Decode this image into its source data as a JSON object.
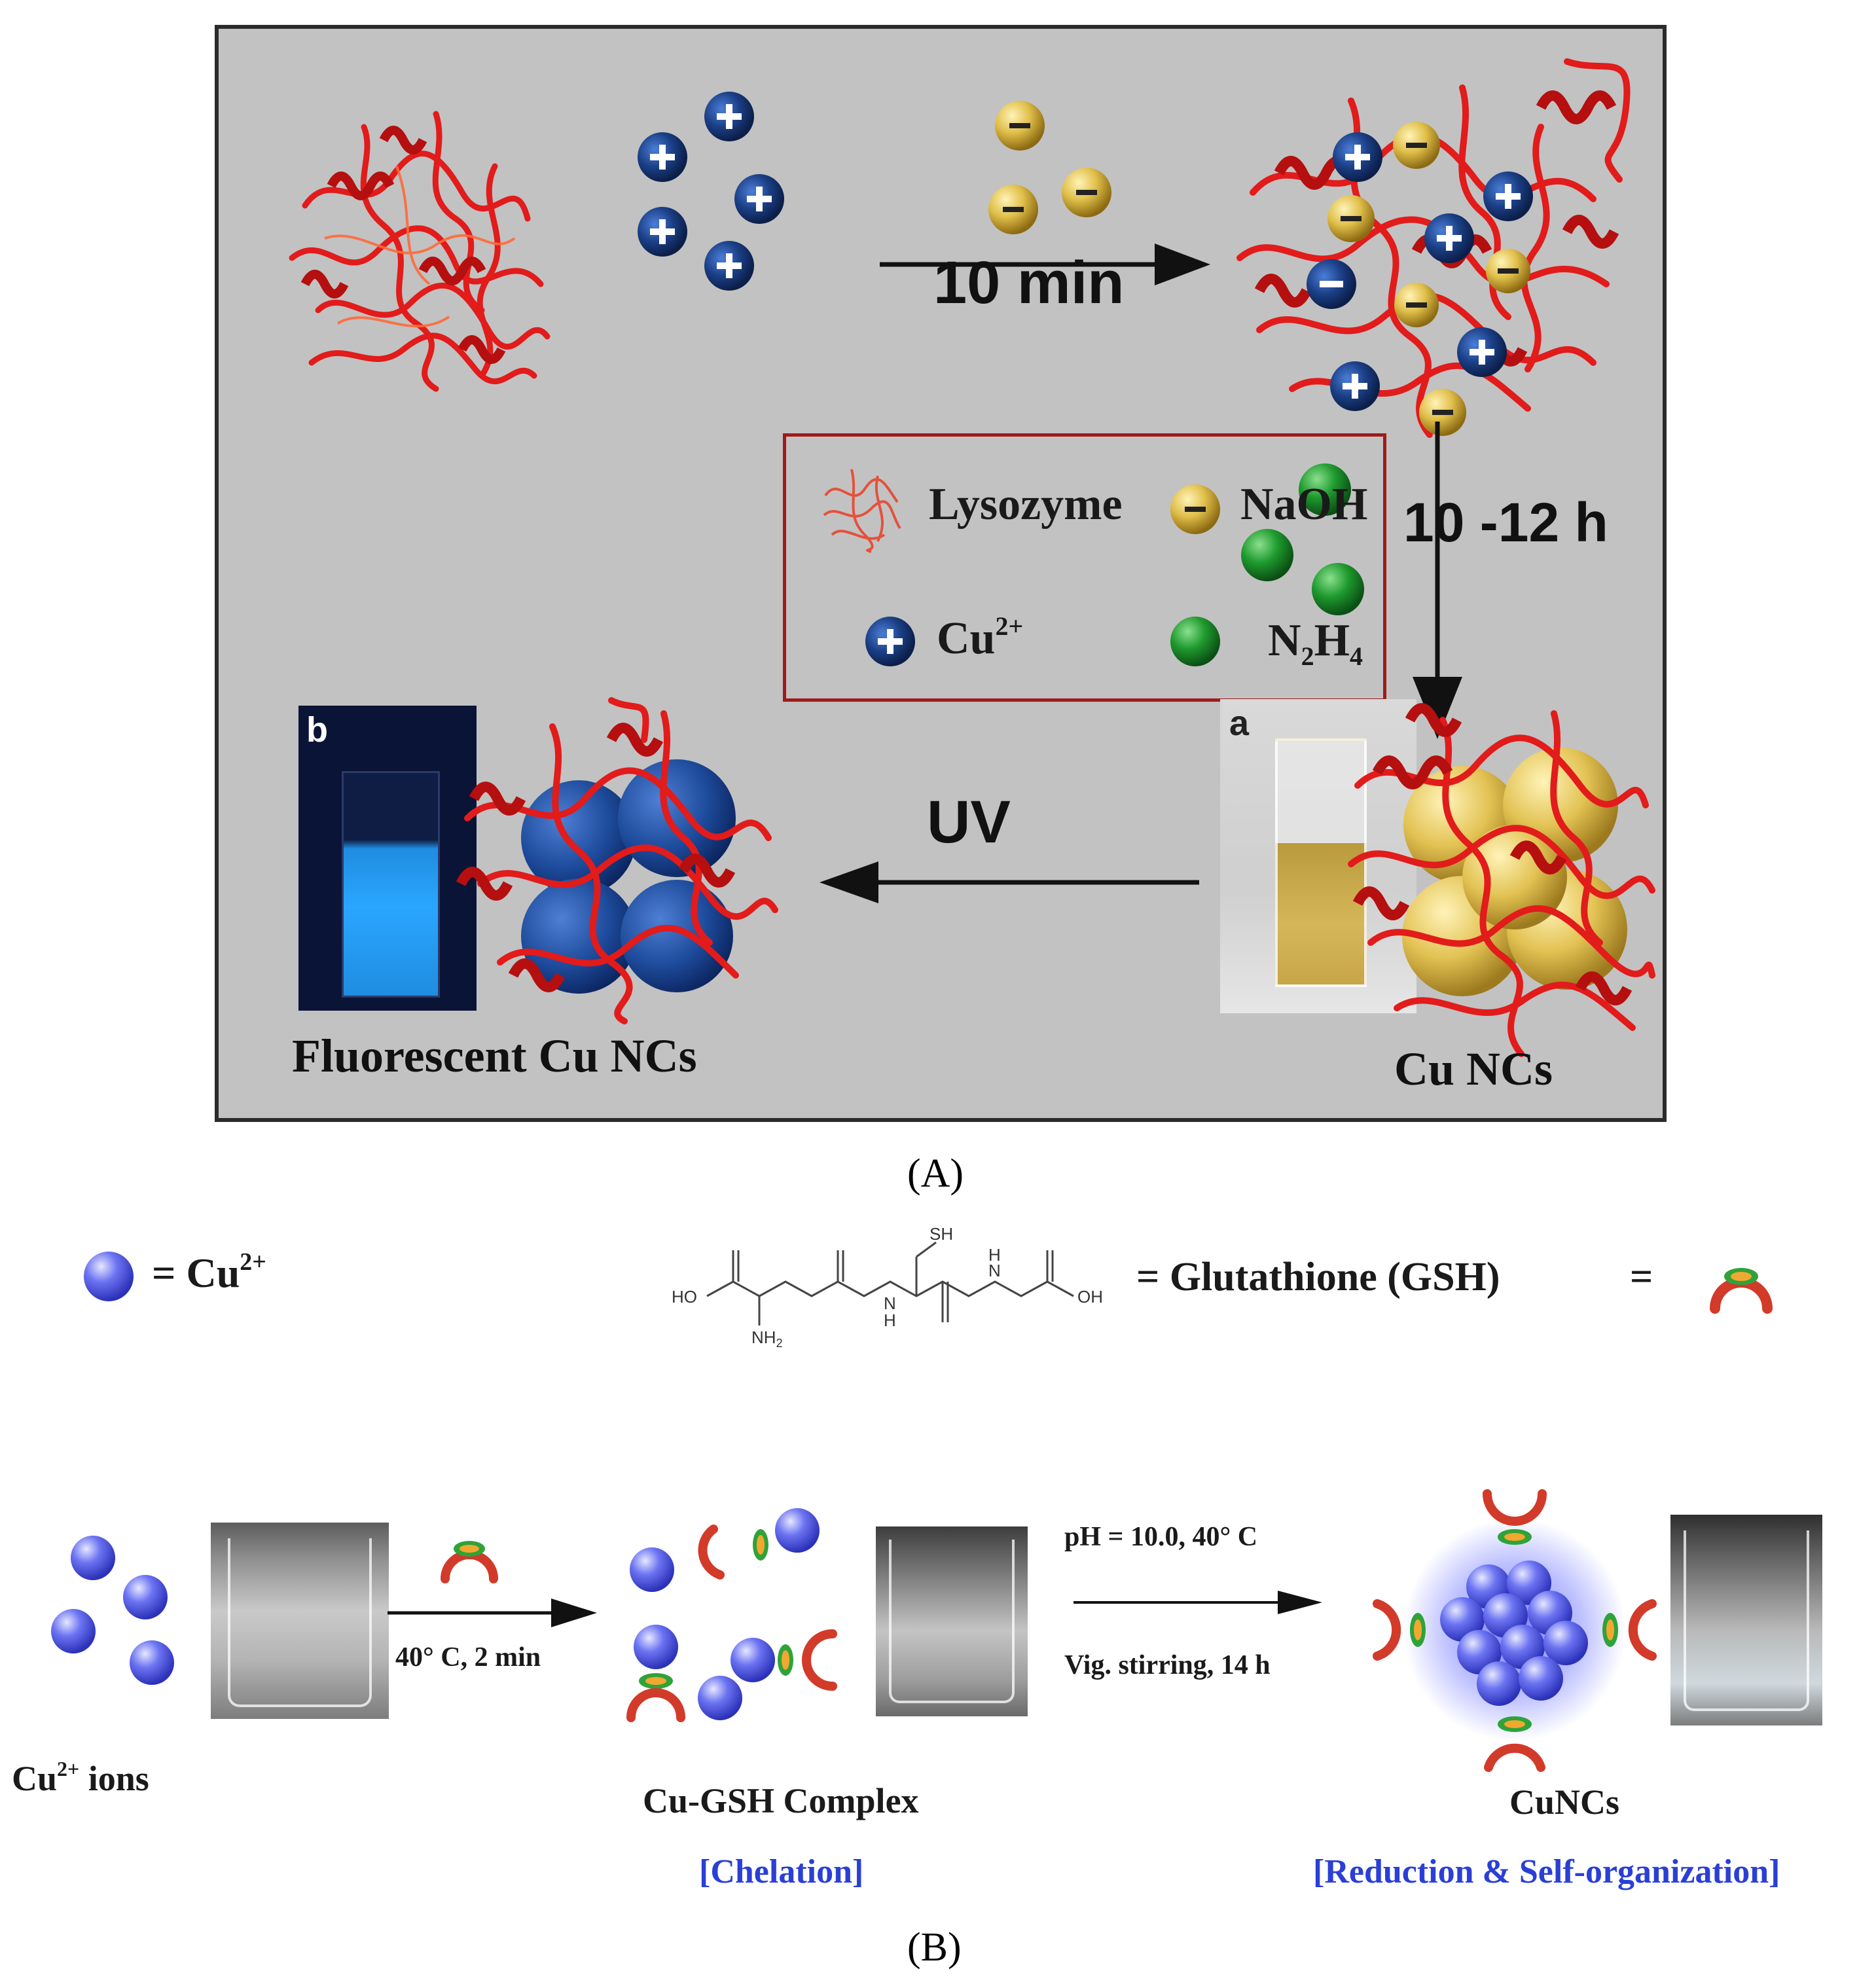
{
  "panel_a": {
    "step_1": "10 min",
    "step_2": "10 -12 h",
    "step_3": "UV",
    "legend": {
      "lysozyme": "Lysozyme",
      "naoh": "NaOH",
      "cu": "Cu",
      "cu_charge": "2+",
      "n2h4_n": "N",
      "n2h4_sub1": "2",
      "n2h4_h": "H",
      "n2h4_sub2": "4"
    },
    "photo_a_tag": "a",
    "photo_b_tag": "b",
    "label_cu_ncs": "Cu NCs",
    "label_fluorescent": "Fluorescent Cu NCs",
    "ion_plus_symbol": "+",
    "ion_minus_symbol": "−",
    "colors": {
      "panel_bg": "#c2c2c2",
      "protein": "#e21b1b",
      "cu_ion": "#163a78",
      "naoh_ball": "#e0bf4a",
      "n2h4_ball": "#1f9a2e",
      "legend_border": "#a11a1a",
      "fluorescence": "#2aa6ff"
    }
  },
  "caption_a": "(A)",
  "panel_b": {
    "legend_cu": "= Cu",
    "legend_cu_charge": "2+",
    "legend_gsh": "= Glutathione (GSH)",
    "legend_equals": "=",
    "chem_sh": "SH",
    "chem_ho": "HO",
    "chem_oh": "OH",
    "chem_nh2": "NH",
    "chem_nh2_sub": "2",
    "chem_h1": "H",
    "chem_h2": "H",
    "chem_n1": "N",
    "chem_n2": "N",
    "cond_1": "40° C, 2 min",
    "cond_2_top": "pH = 10.0, 40° C",
    "cond_2_bottom": "Vig. stirring, 14 h",
    "label_ions": "Cu",
    "label_ions_charge": "2+",
    "label_ions_suffix": " ions",
    "label_complex": "Cu-GSH Complex",
    "label_cuncs": "CuNCs",
    "step_chelation": "[Chelation]",
    "step_reduction": "[Reduction & Self-organization]",
    "colors": {
      "cu_sphere": "#4a55e8",
      "gsh_arc": "#d23a2a",
      "gsh_green": "#2fa33a",
      "step_text": "#2a3fd6"
    }
  },
  "caption_b": "(B)"
}
